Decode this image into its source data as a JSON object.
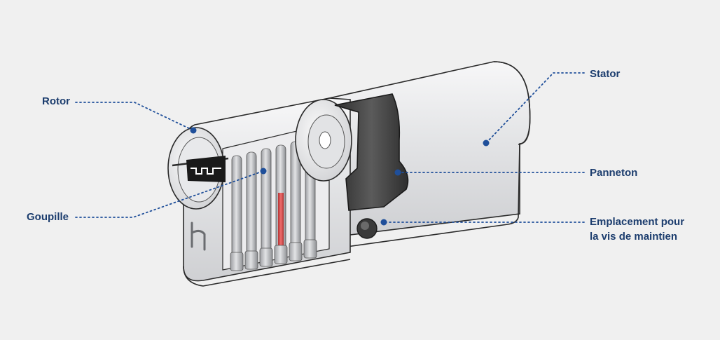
{
  "diagram": {
    "colors": {
      "background": "#f0f0f0",
      "label": "#1c3d6e",
      "leader": "#1f4f9a",
      "cylinder_body": "#e6e7e9",
      "cylinder_outline": "#2a2a2a",
      "cam": "#3a3a3a",
      "pin_highlight": "#d94b4b"
    },
    "labels": {
      "rotor": "Rotor",
      "goupille": "Goupille",
      "stator": "Stator",
      "panneton": "Panneton",
      "emplacement": [
        "Emplacement pour",
        "la vis de maintien"
      ]
    },
    "logo_glyph": "h"
  }
}
